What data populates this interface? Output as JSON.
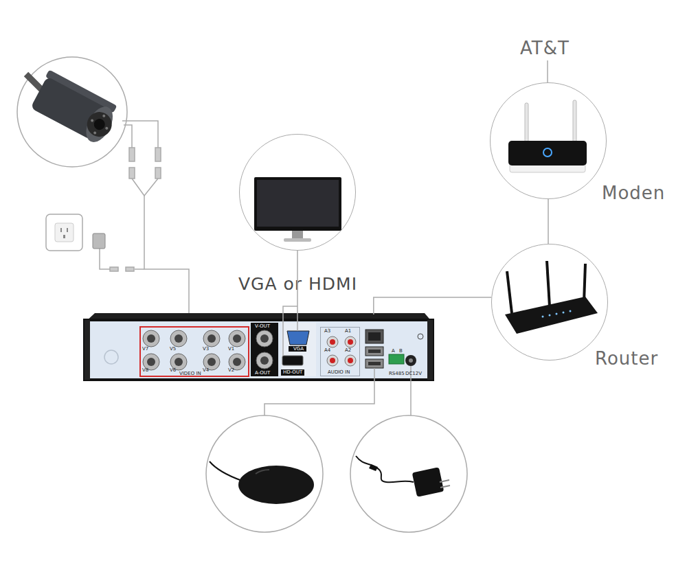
{
  "diagram": {
    "nodes": [
      {
        "text": [
          "Moden"
        ]
      },
      {
        "text": [
          "Router"
        ]
      },
      {
        "text": [
          "VGA or HDMI"
        ]
      },
      {
        "text": [
          "V-OUT",
          "A-OUT",
          "VGA",
          "HD-OUT",
          "A",
          "B",
          "RS485",
          "DC12V"
        ]
      },
      {
        "text": [
          "V7",
          "V5",
          "V3",
          "V1",
          "V8",
          "V6",
          "V4",
          "V2",
          "VIDEO IN"
        ],
        "in": 3
      },
      {
        "text": [
          "A3",
          "A1",
          "A4",
          "A2",
          "AUDIO IN"
        ],
        "in": 3
      }
    ],
    "edges": [
      {
        "from": 0,
        "to": 1,
        "arrow": "none"
      },
      {
        "from": 1,
        "to": 3,
        "arrow": "none"
      },
      {
        "from": 2,
        "to": 3,
        "arrow": "none"
      }
    ],
    "labels": [
      "AT&T"
    ]
  }
}
